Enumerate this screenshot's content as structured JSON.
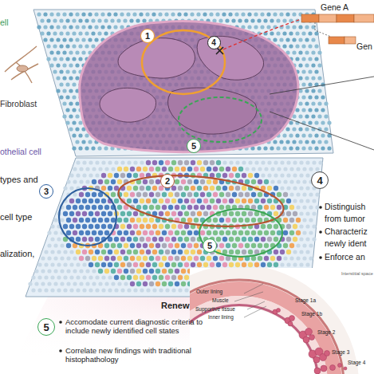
{
  "diagram": {
    "nodes": [
      {
        "text": [
          "1"
        ]
      },
      {
        "text": [
          "4"
        ]
      },
      {
        "text": [
          "5"
        ]
      },
      {
        "text": [
          "2"
        ]
      },
      {
        "text": [
          "3"
        ]
      },
      {
        "text": [
          "5"
        ]
      },
      {
        "text": [
          "4"
        ]
      },
      {
        "text": [
          "5"
        ]
      }
    ],
    "labels": [
      "ell",
      "Fibroblast",
      "othelial cell",
      "types and",
      "cell type",
      "alization,",
      "Gene A",
      "Gen",
      "Distinguish",
      "from tumor",
      "Characteriz",
      "newly ident",
      "Enforce an",
      "Renew",
      "Accomodate current diagnostic criteria to include newly identified cell states",
      "Correlate new findings with traditional histophathology",
      "Outer lining",
      "Muscle",
      "Supportive tissue",
      "Inner lining",
      "Stage 1a",
      "Stage 1b",
      "Stage 2",
      "Stage 3",
      "Stage 4",
      "Interstitial space"
    ]
  }
}
